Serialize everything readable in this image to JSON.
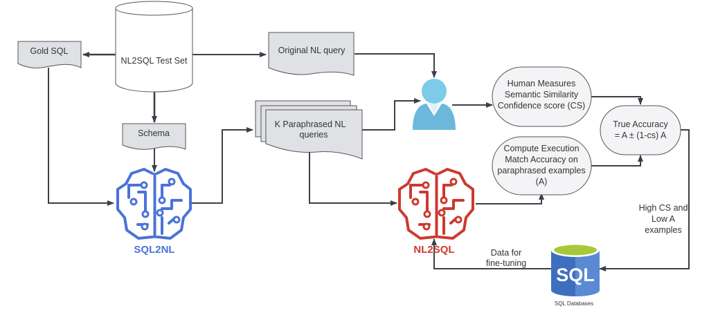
{
  "diagram": {
    "nodes": {
      "test_set": "NL2SQL Test Set",
      "gold_sql": "Gold SQL",
      "schema": "Schema",
      "original_query": "Original NL query",
      "paraphrased": [
        "K Paraphrased NL",
        "queries"
      ],
      "sql2nl": "SQL2NL",
      "nl2sql": "NL2SQL",
      "human_measures": [
        "Human Measures",
        "Semantic Similarity",
        "Confidence score (CS)"
      ],
      "compute_execution": [
        "Compute Execution",
        "Match Accuracy on",
        "paraphrased examples",
        "(A)"
      ],
      "true_accuracy": [
        "True Accuracy",
        "=  A ± (1-cs) A"
      ],
      "sql_db_logo": "SQL",
      "sql_db_caption": "SQL Databases"
    },
    "edge_labels": {
      "high_cs_low_a": [
        "High CS and",
        "Low A",
        "examples"
      ],
      "fine_tuning": [
        "Data for",
        "fine-tuning"
      ]
    },
    "colors": {
      "sql2nl_blue": "#4a72d9",
      "nl2sql_red": "#cc3a2f",
      "user_blue": "#6cb8dc",
      "db_blue": "#3e6fbf",
      "db_top_green": "#a8c838",
      "doc_fill": "#dfe1e5"
    }
  }
}
